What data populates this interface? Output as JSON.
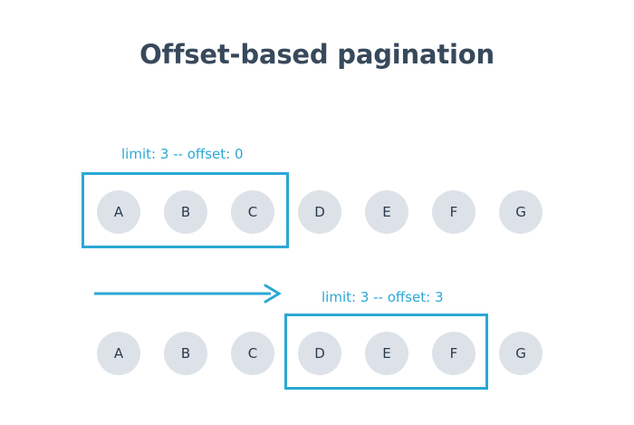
{
  "page": {
    "title": "Offset-based pagination",
    "background_color": "#ffffff",
    "title_color": "#37495b",
    "accent_color": "#2ba8d5",
    "node_fill_color": "#dde2e9",
    "node_text_color": "#2a3a4d"
  },
  "diagram": {
    "rows": [
      {
        "id": "row-1",
        "caption": "limit: 3 -- offset: 0",
        "limit": 3,
        "offset": 0,
        "nodes": [
          {
            "label": "A",
            "selected": true
          },
          {
            "label": "B",
            "selected": true
          },
          {
            "label": "C",
            "selected": true
          },
          {
            "label": "D",
            "selected": false
          },
          {
            "label": "E",
            "selected": false
          },
          {
            "label": "F",
            "selected": false
          },
          {
            "label": "G",
            "selected": false
          }
        ]
      },
      {
        "id": "row-2",
        "caption": "limit: 3 -- offset: 3",
        "limit": 3,
        "offset": 3,
        "nodes": [
          {
            "label": "A",
            "selected": false
          },
          {
            "label": "B",
            "selected": false
          },
          {
            "label": "C",
            "selected": false
          },
          {
            "label": "D",
            "selected": true
          },
          {
            "label": "E",
            "selected": true
          },
          {
            "label": "F",
            "selected": true
          },
          {
            "label": "G",
            "selected": false
          }
        ]
      }
    ],
    "arrow": {
      "name": "advance-offset-arrow",
      "direction": "right"
    }
  }
}
